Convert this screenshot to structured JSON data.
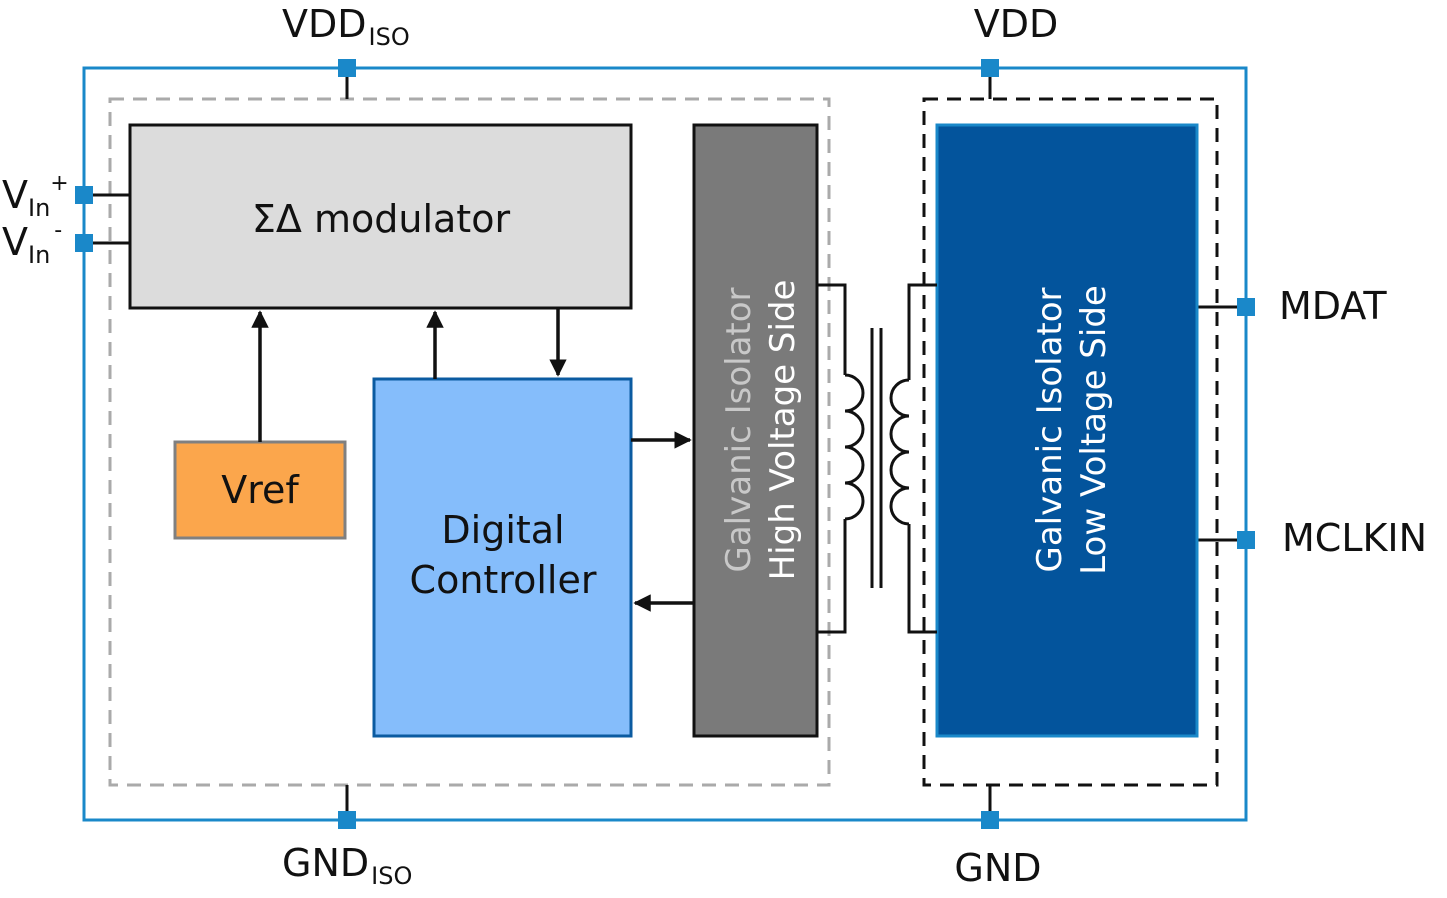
{
  "pins": {
    "vdd_iso": {
      "main": "VDD",
      "sub": "ISO"
    },
    "vdd": "VDD",
    "gnd_iso": {
      "main": "GND",
      "sub": "ISO"
    },
    "gnd": "GND",
    "vin_plus": {
      "main": "V",
      "sub": "In",
      "sup": "+"
    },
    "vin_minus": {
      "main": "V",
      "sub": "In",
      "sup": "-"
    },
    "mdat": "MDAT",
    "mclkin": "MCLKIN"
  },
  "blocks": {
    "modulator": "ΣΔ modulator",
    "vref": "Vref",
    "controller": {
      "line1": "Digital",
      "line2": "Controller"
    },
    "isolator_high": {
      "line1": "Galvanic Isolator",
      "line2": "High Voltage Side"
    },
    "isolator_low": {
      "line1": "Galvanic Isolator",
      "line2": "Low Voltage Side"
    }
  },
  "colors": {
    "outline": "#1a88c9",
    "pin": "#1a88c9",
    "modulator_fill": "#dcdcdc",
    "vref_fill": "#fba64c",
    "controller_fill": "#85bdfb",
    "controller_stroke": "#0b5ba1",
    "isolator_high_fill": "#7a7a7a",
    "isolator_low_fill": "#03549c",
    "isolator_low_stroke": "#1a88c9",
    "isolated_domain_dash": "#aaaaaa",
    "low_domain_dash": "#111111"
  }
}
